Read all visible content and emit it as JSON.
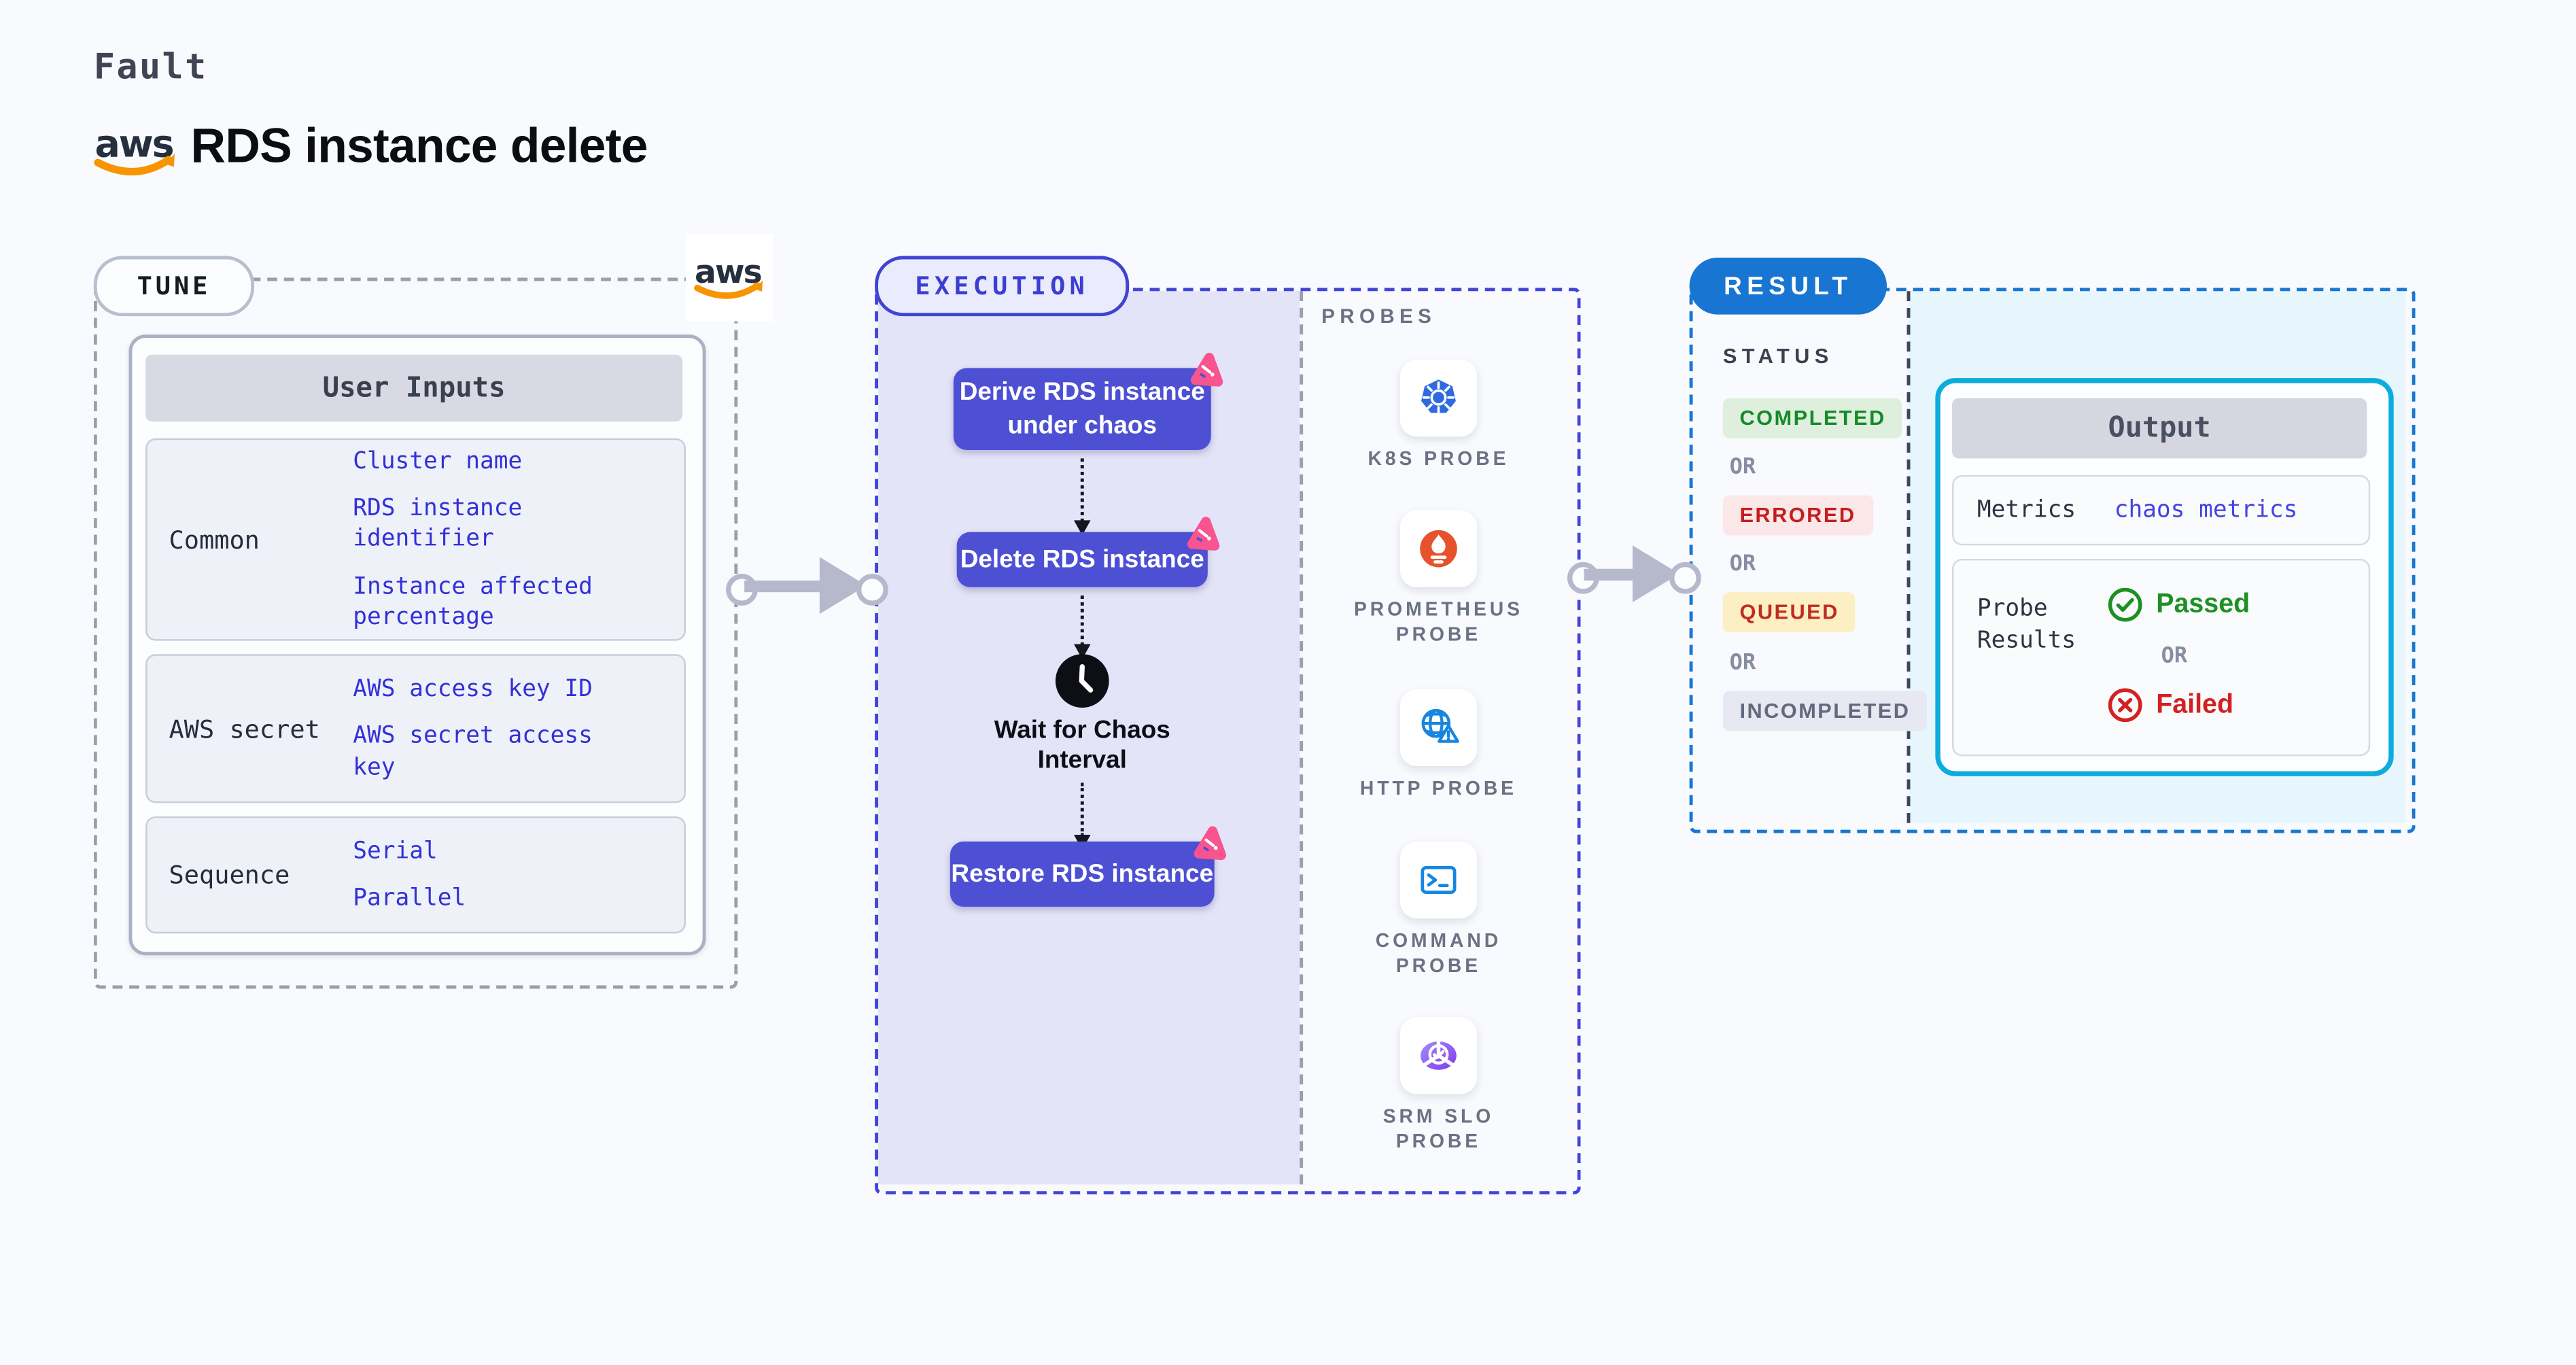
{
  "header": {
    "eyebrow": "Fault",
    "title": "RDS instance delete",
    "logo": "aws-logo"
  },
  "tune": {
    "pill": "TUNE",
    "table_header": "User Inputs",
    "value_color": "#3131d8",
    "rows": [
      {
        "label": "Common",
        "values": [
          "Cluster name",
          "RDS instance\nidentifier",
          "Instance affected\npercentage"
        ]
      },
      {
        "label": "AWS secret",
        "values": [
          "AWS access key ID",
          "AWS secret access\nkey"
        ]
      },
      {
        "label": "Sequence",
        "values": [
          "Serial",
          "Parallel"
        ]
      }
    ]
  },
  "execution": {
    "pill": "EXECUTION",
    "panel_color": "#e4e4f8",
    "border_color": "#4245d5",
    "node_color": "#4e50d4",
    "nodes": [
      {
        "label": "Derive RDS instance\nunder chaos"
      },
      {
        "label": "Delete RDS instance"
      },
      {
        "label": "Restore RDS instance"
      }
    ],
    "wait_label": "Wait for Chaos\nInterval"
  },
  "probes": {
    "heading": "PROBES",
    "items": [
      {
        "label": "K8S PROBE",
        "icon": "kubernetes-icon"
      },
      {
        "label": "PROMETHEUS\nPROBE",
        "icon": "prometheus-icon"
      },
      {
        "label": "HTTP PROBE",
        "icon": "http-globe-icon"
      },
      {
        "label": "COMMAND\nPROBE",
        "icon": "terminal-icon"
      },
      {
        "label": "SRM SLO\nPROBE",
        "icon": "slo-donut-icon"
      }
    ]
  },
  "result": {
    "pill": "RESULT",
    "pill_color": "#1876d2",
    "border_color": "#1777d2",
    "panel_color": "#e7f6fd",
    "status_heading": "STATUS",
    "or_label": "OR",
    "statuses": [
      {
        "label": "COMPLETED",
        "color": "#168a2a",
        "bg": "#def0dd"
      },
      {
        "label": "ERRORED",
        "color": "#c41e1e",
        "bg": "#fbe7e7"
      },
      {
        "label": "QUEUED",
        "color": "#bf2c21",
        "bg": "#fcefc3"
      },
      {
        "label": "INCOMPLETED",
        "color": "#636a7e",
        "bg": "#e7e8f1"
      }
    ],
    "output": {
      "header": "Output",
      "card_border": "#0cacdd",
      "metrics_label": "Metrics",
      "metrics_value": "chaos metrics",
      "metrics_value_color": "#4343e2",
      "probe_results_label": "Probe\nResults",
      "passed_label": "Passed",
      "passed_color": "#1d9023",
      "failed_label": "Failed",
      "failed_color": "#d32121"
    }
  }
}
